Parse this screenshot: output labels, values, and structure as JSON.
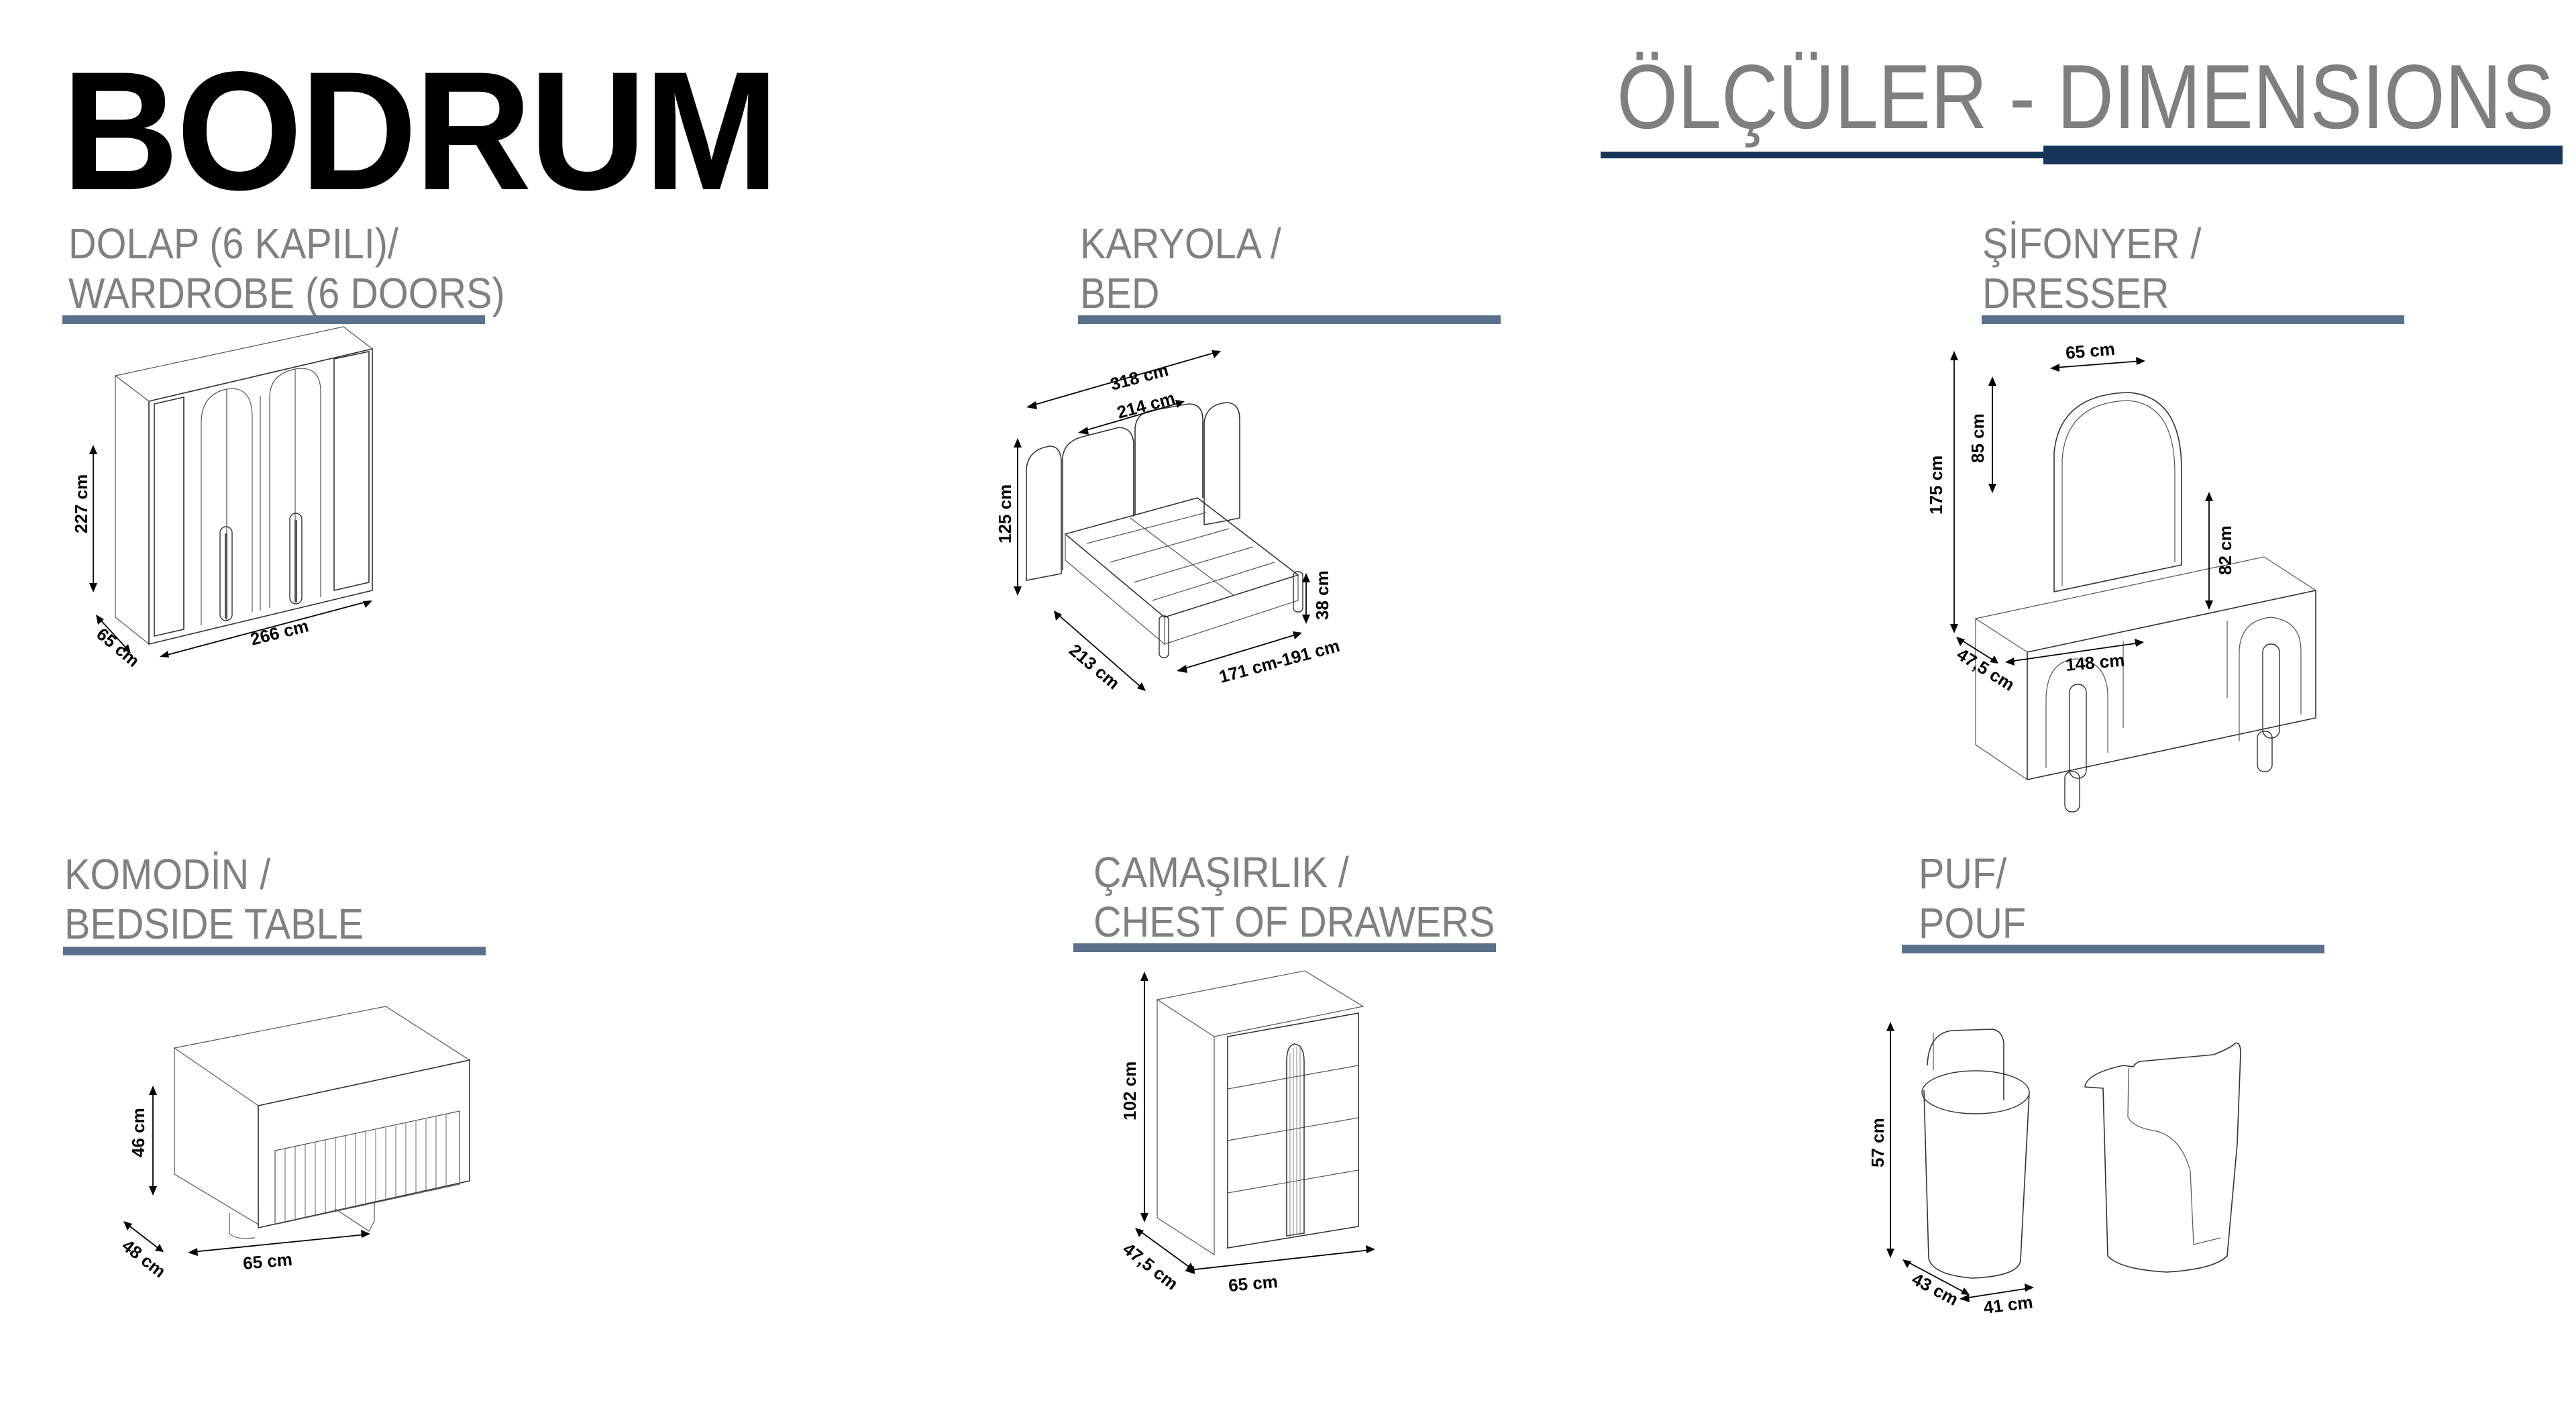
{
  "header": {
    "brand": "BODRUM",
    "heading": "ÖLÇÜLER - DIMENSIONS",
    "accent_color": "#17355a",
    "section_rule_color": "#5a718c",
    "title_color": "#808080"
  },
  "products": [
    {
      "id": "wardrobe",
      "title_tr": "DOLAP (6 KAPILI)/",
      "title_en": "WARDROBE (6 DOORS)",
      "icon": "wardrobe-drawing-icon",
      "dimensions": {
        "height": "227 cm",
        "depth": "65 cm",
        "width": "266 cm"
      }
    },
    {
      "id": "bed",
      "title_tr": "KARYOLA /",
      "title_en": "BED",
      "icon": "bed-drawing-icon",
      "dimensions": {
        "total_width": "318 cm",
        "headboard_width": "214 cm",
        "headboard_height": "125 cm",
        "length": "213 cm",
        "frame_width": "171 cm-191 cm",
        "frame_height": "38 cm"
      }
    },
    {
      "id": "dresser",
      "title_tr": "ŞİFONYER /",
      "title_en": "DRESSER",
      "icon": "dresser-drawing-icon",
      "dimensions": {
        "mirror_width": "65 cm",
        "mirror_height": "85 cm",
        "total_height": "175 cm",
        "table_height": "82 cm",
        "depth": "47,5 cm",
        "width": "148 cm"
      }
    },
    {
      "id": "bedside_table",
      "title_tr": "KOMODİN /",
      "title_en": "BEDSIDE TABLE",
      "icon": "bedside-table-drawing-icon",
      "dimensions": {
        "height": "46 cm",
        "depth": "48 cm",
        "width": "65 cm"
      }
    },
    {
      "id": "chest",
      "title_tr": "ÇAMAŞIRLIK /",
      "title_en": "CHEST OF DRAWERS",
      "icon": "chest-of-drawers-drawing-icon",
      "dimensions": {
        "height": "102 cm",
        "depth": "47,5 cm",
        "width": "65 cm"
      }
    },
    {
      "id": "pouf",
      "title_tr": "PUF/",
      "title_en": "POUF",
      "icon": "pouf-drawing-icon",
      "dimensions": {
        "height": "57 cm",
        "depth": "43 cm",
        "width": "41 cm"
      }
    }
  ]
}
